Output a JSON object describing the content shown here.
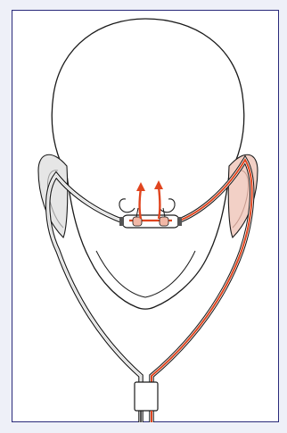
{
  "figure": {
    "subject": "nasal-cannula-on-head",
    "colors": {
      "page_background": "#eef0f8",
      "figure_background": "#ffffff",
      "border": "#2a2a7a",
      "outline": "#1a1a1a",
      "tube_highlight": "#e0451f",
      "tube_light": "#f2b8a6",
      "ear_shade": "#d8d8d8"
    },
    "icons": [
      "head-outline",
      "left-ear",
      "right-ear",
      "nasal-cannula",
      "airflow-arrows",
      "oxygen-tubing",
      "tube-slide-clip"
    ]
  }
}
